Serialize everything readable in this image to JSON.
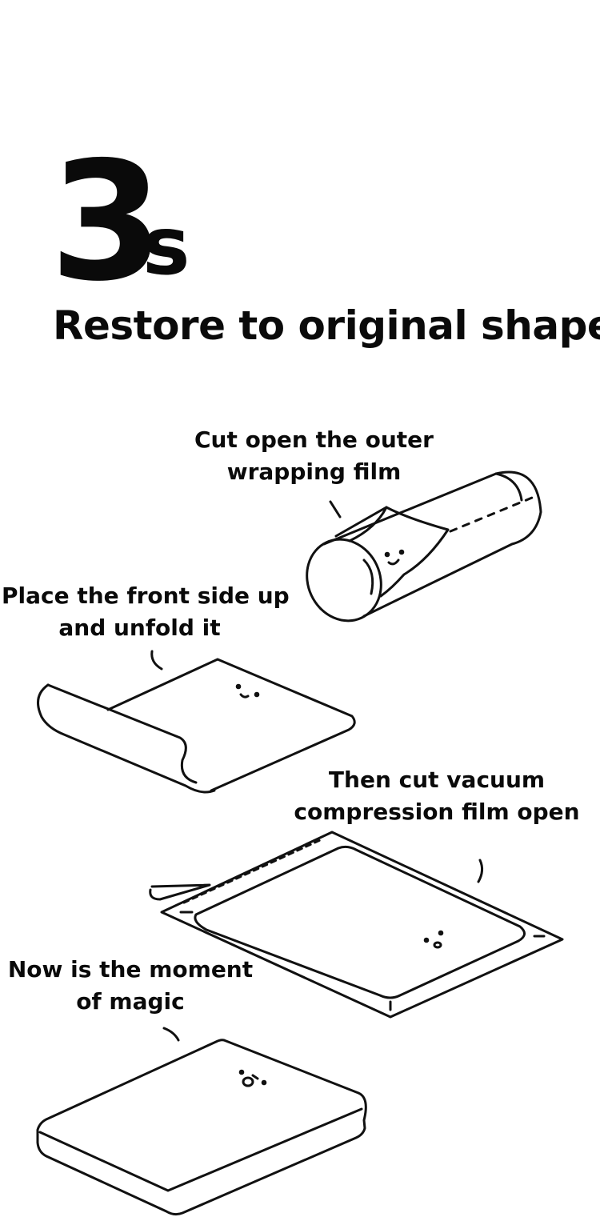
{
  "hero": {
    "number": "3",
    "unit": "s",
    "headline": "Restore to original shape"
  },
  "steps": [
    {
      "lines": [
        "Cut open the outer",
        "wrapping film"
      ]
    },
    {
      "lines": [
        "Place the front side up",
        "and unfold it"
      ]
    },
    {
      "lines": [
        "Then cut vacuum",
        "compression film open"
      ]
    },
    {
      "lines": [
        "Now is the moment",
        "of magic"
      ]
    }
  ]
}
